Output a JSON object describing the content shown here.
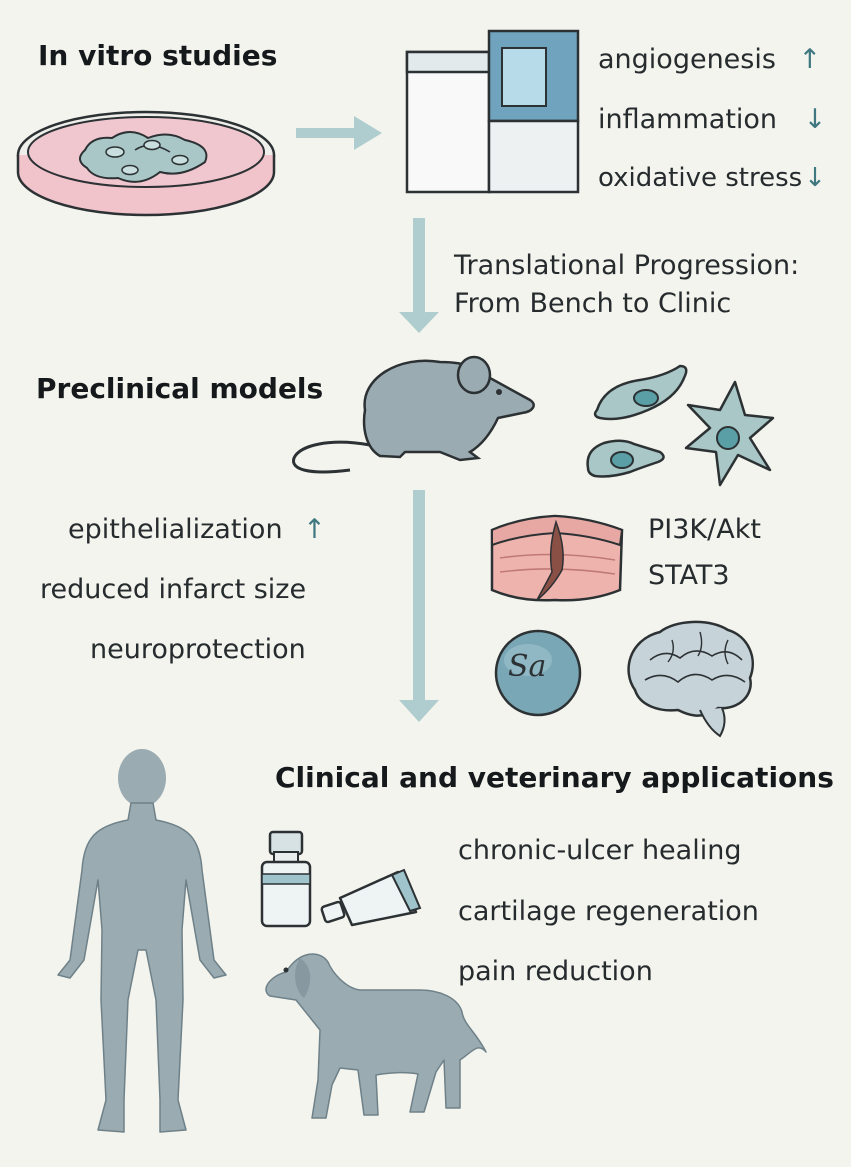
{
  "sections": {
    "in_vitro": {
      "title": "In vitro studies",
      "effects": [
        {
          "label": "angiogenesis",
          "trend": "↑"
        },
        {
          "label": "inflammation",
          "trend": "↓"
        },
        {
          "label": "oxidative stress",
          "trend": "↓"
        }
      ]
    },
    "progression": {
      "line1": "Translational Progression:",
      "line2": "From Bench to Clinic"
    },
    "preclinical": {
      "title": "Preclinical models",
      "outcomes": [
        {
          "label": "epithelialization",
          "trend": "↑"
        },
        {
          "label": "reduced infarct size",
          "trend": ""
        },
        {
          "label": "neuroprotection",
          "trend": ""
        }
      ],
      "pathways": [
        "PI3K/Akt",
        "STAT3"
      ],
      "sphere_label": "Sa"
    },
    "clinical": {
      "title": "Clinical and veterinary applications",
      "applications": [
        "chronic-ulcer healing",
        "cartilage regeneration",
        "pain reduction"
      ]
    }
  },
  "icons": [
    "petri-dish-icon",
    "flow-arrow-icon",
    "assay-panel-icon",
    "mouse-icon",
    "cell-icon",
    "skin-tissue-icon",
    "sphere-icon",
    "brain-icon",
    "human-figure-icon",
    "vial-icon",
    "ointment-tube-icon",
    "dog-icon"
  ],
  "colors": {
    "background": "#f4f4ee",
    "figure_gray": "#9aabb2",
    "cell_teal": "#a9c7c6",
    "arrow": "#afcdce",
    "tissue_pink": "#e7a8a3",
    "trend_arrow": "#3f7880"
  }
}
